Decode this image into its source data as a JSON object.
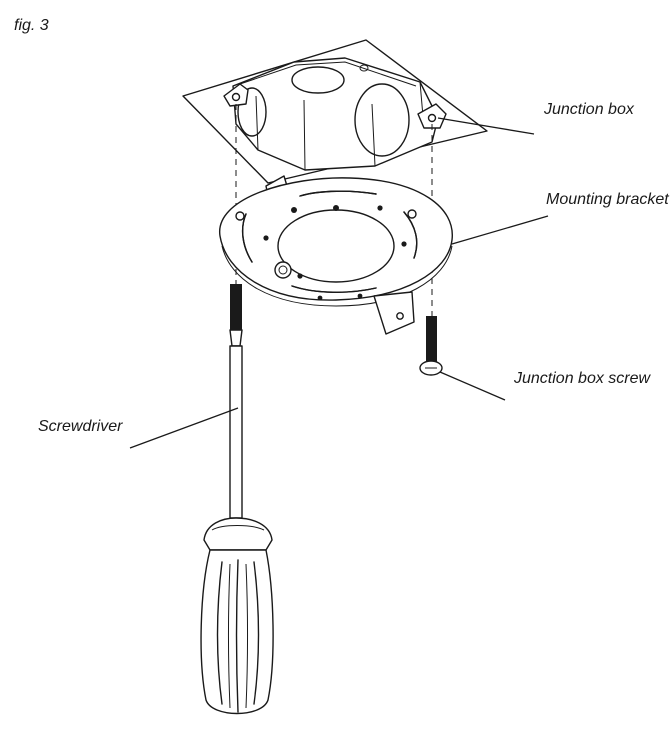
{
  "figure": {
    "label": "fig. 3"
  },
  "callouts": {
    "junction_box": "Junction box",
    "mounting_bracket": "Mounting bracket",
    "junction_box_screw": "Junction box screw",
    "screwdriver": "Screwdriver"
  }
}
